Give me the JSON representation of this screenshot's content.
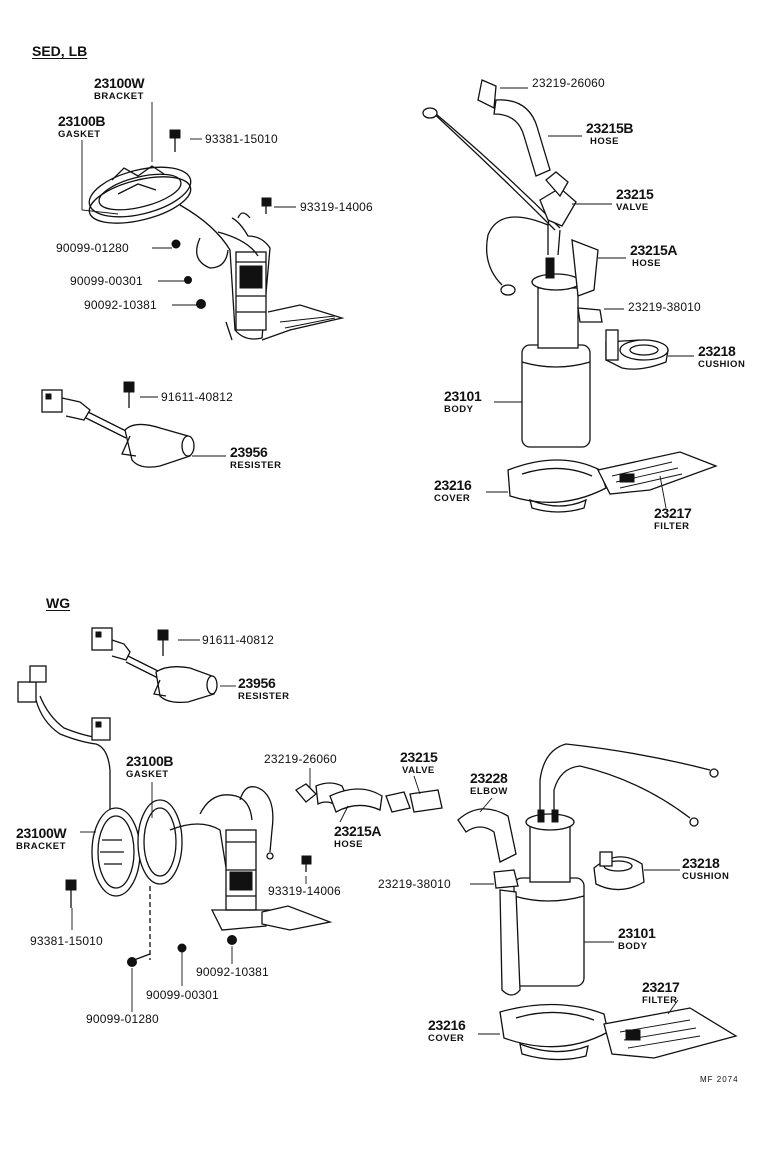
{
  "sections": {
    "top": "SED, LB",
    "bottom": "WG"
  },
  "parts_top": {
    "p23100W": "23100W",
    "p23100W_name": "BRACKET",
    "p23100B": "23100B",
    "p23100B_name": "GASKET",
    "p93381": "93381-15010",
    "p93319": "93319-14006",
    "p90099_01280": "90099-01280",
    "p90099_00301": "90099-00301",
    "p90092": "90092-10381",
    "p91611": "91611-40812",
    "p23956": "23956",
    "p23956_name": "RESISTER",
    "p23219_26060": "23219-26060",
    "p23215B": "23215B",
    "p23215B_name": "HOSE",
    "p23215": "23215",
    "p23215_name": "VALVE",
    "p23215A": "23215A",
    "p23215A_name": "HOSE",
    "p23219_38010": "23219-38010",
    "p23218": "23218",
    "p23218_name": "CUSHION",
    "p23101": "23101",
    "p23101_name": "BODY",
    "p23216": "23216",
    "p23216_name": "COVER",
    "p23217": "23217",
    "p23217_name": "FILTER"
  },
  "parts_bottom": {
    "p91611": "91611-40812",
    "p23956": "23956",
    "p23956_name": "RESISTER",
    "p23100B": "23100B",
    "p23100B_name": "GASKET",
    "p23219_26060": "23219-26060",
    "p23215": "23215",
    "p23215_name": "VALVE",
    "p23228": "23228",
    "p23228_name": "ELBOW",
    "p23100W": "23100W",
    "p23100W_name": "BRACKET",
    "p23215A": "23215A",
    "p23215A_name": "HOSE",
    "p23218": "23218",
    "p23218_name": "CUSHION",
    "p23219_38010": "23219-38010",
    "p93319": "93319-14006",
    "p23101": "23101",
    "p23101_name": "BODY",
    "p93381": "93381-15010",
    "p90092": "90092-10381",
    "p23217": "23217",
    "p23217_name": "FILTER",
    "p90099_00301": "90099-00301",
    "p23216": "23216",
    "p23216_name": "COVER",
    "p90099_01280": "90099-01280"
  },
  "footer_code": "MF 2074"
}
